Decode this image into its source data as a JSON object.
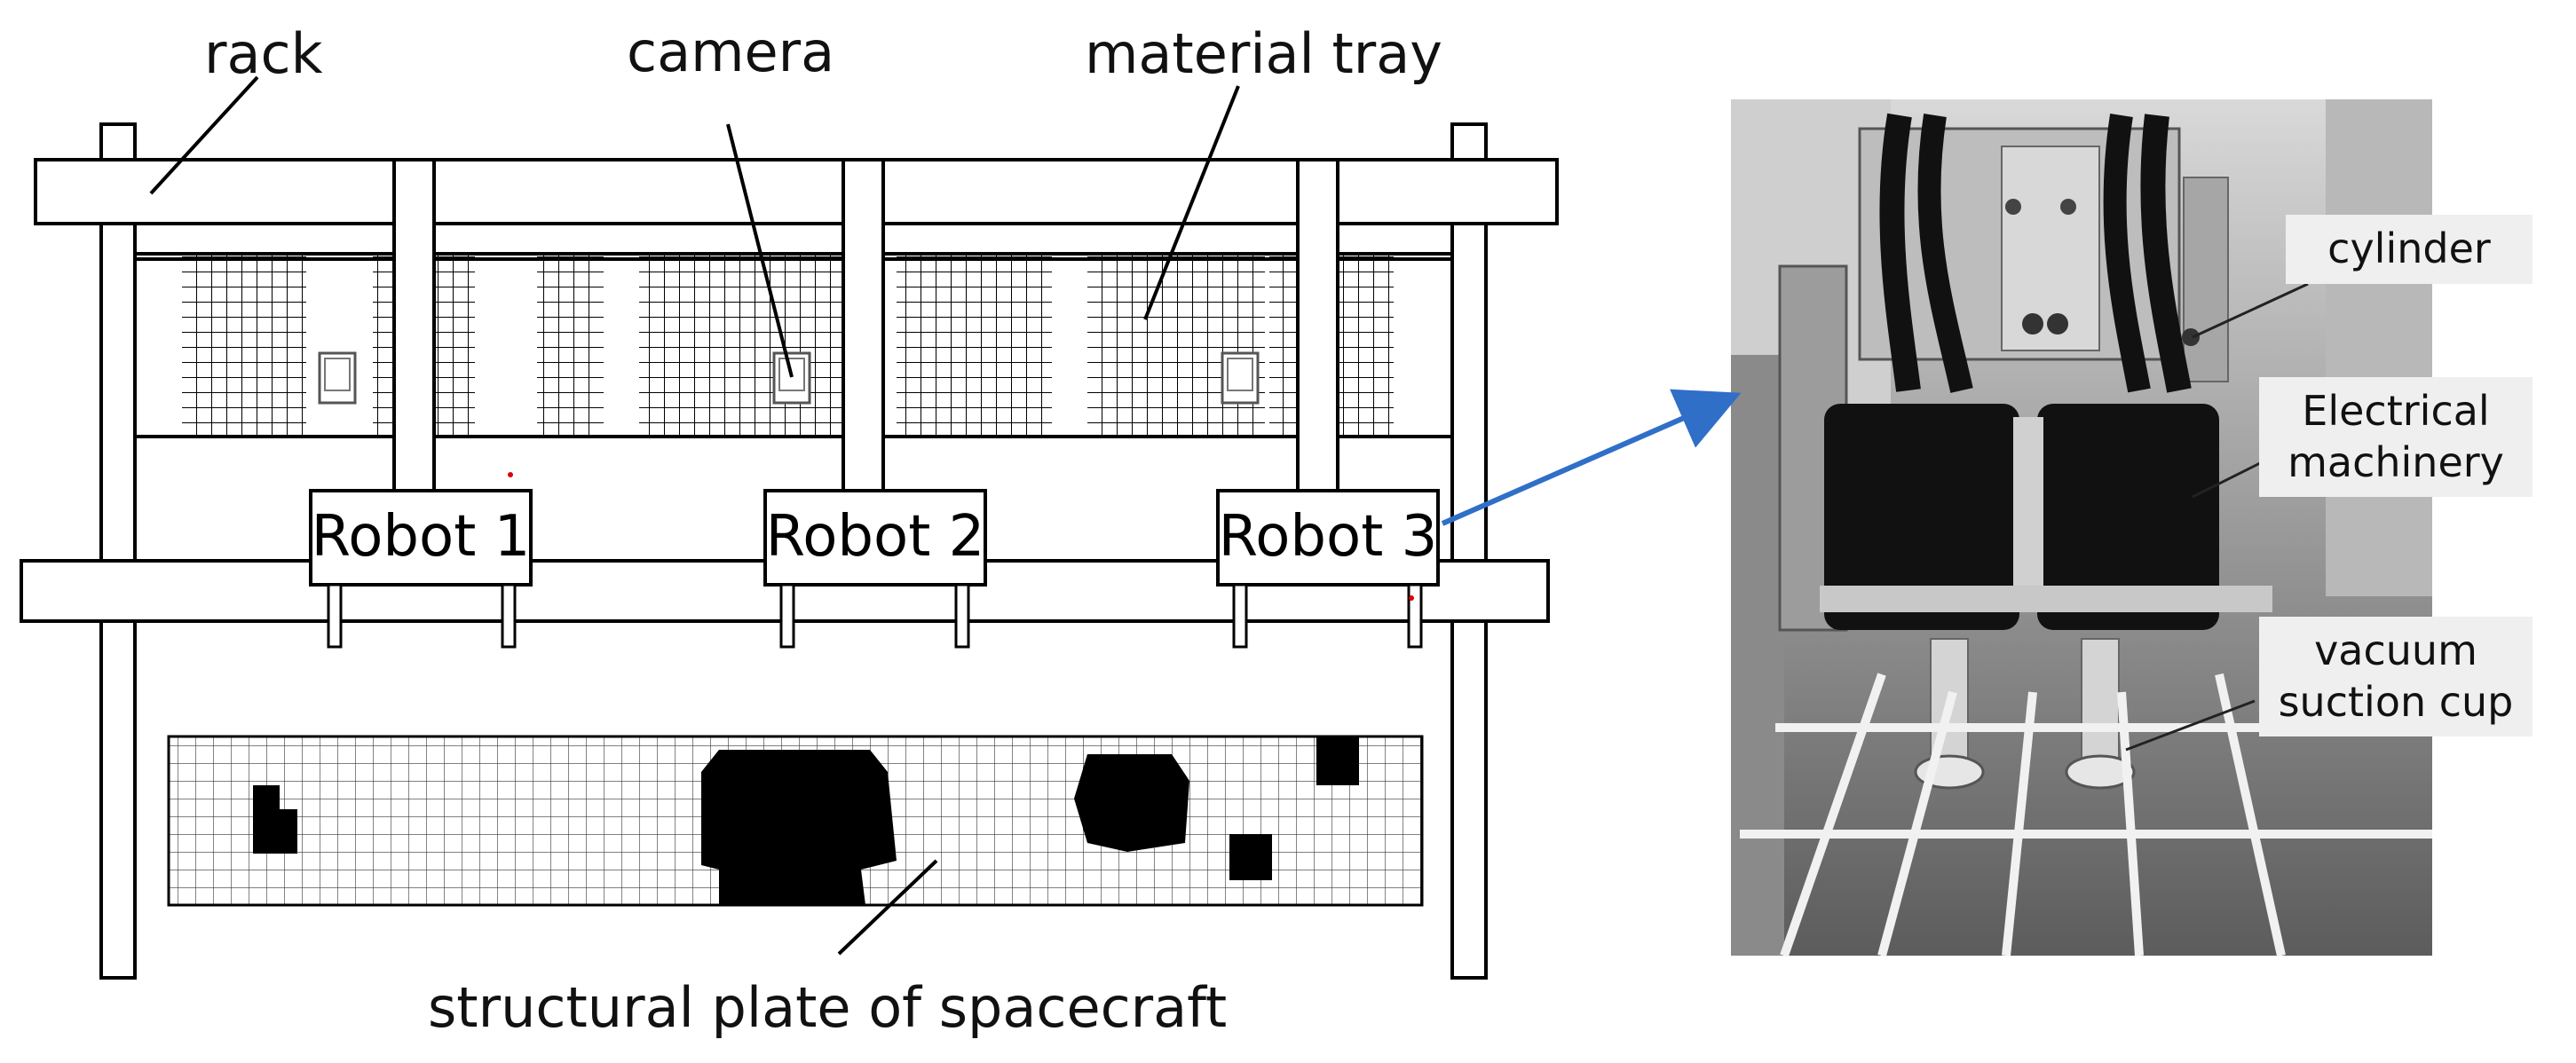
{
  "labels": {
    "rack": "rack",
    "camera": "camera",
    "material_tray": "material tray",
    "structural_plate": "structural plate of spacecraft"
  },
  "robots": [
    {
      "label": "Robot 1"
    },
    {
      "label": "Robot 2"
    },
    {
      "label": "Robot 3"
    }
  ],
  "photo_labels": {
    "cylinder": "cylinder",
    "electrical_line1": "Electrical",
    "electrical_line2": "machinery",
    "vacuum_line1": "vacuum",
    "vacuum_line2": "suction cup"
  },
  "colors": {
    "line": "#000000",
    "arrow": "#2f6fc8",
    "label_bg": "#efefef"
  }
}
